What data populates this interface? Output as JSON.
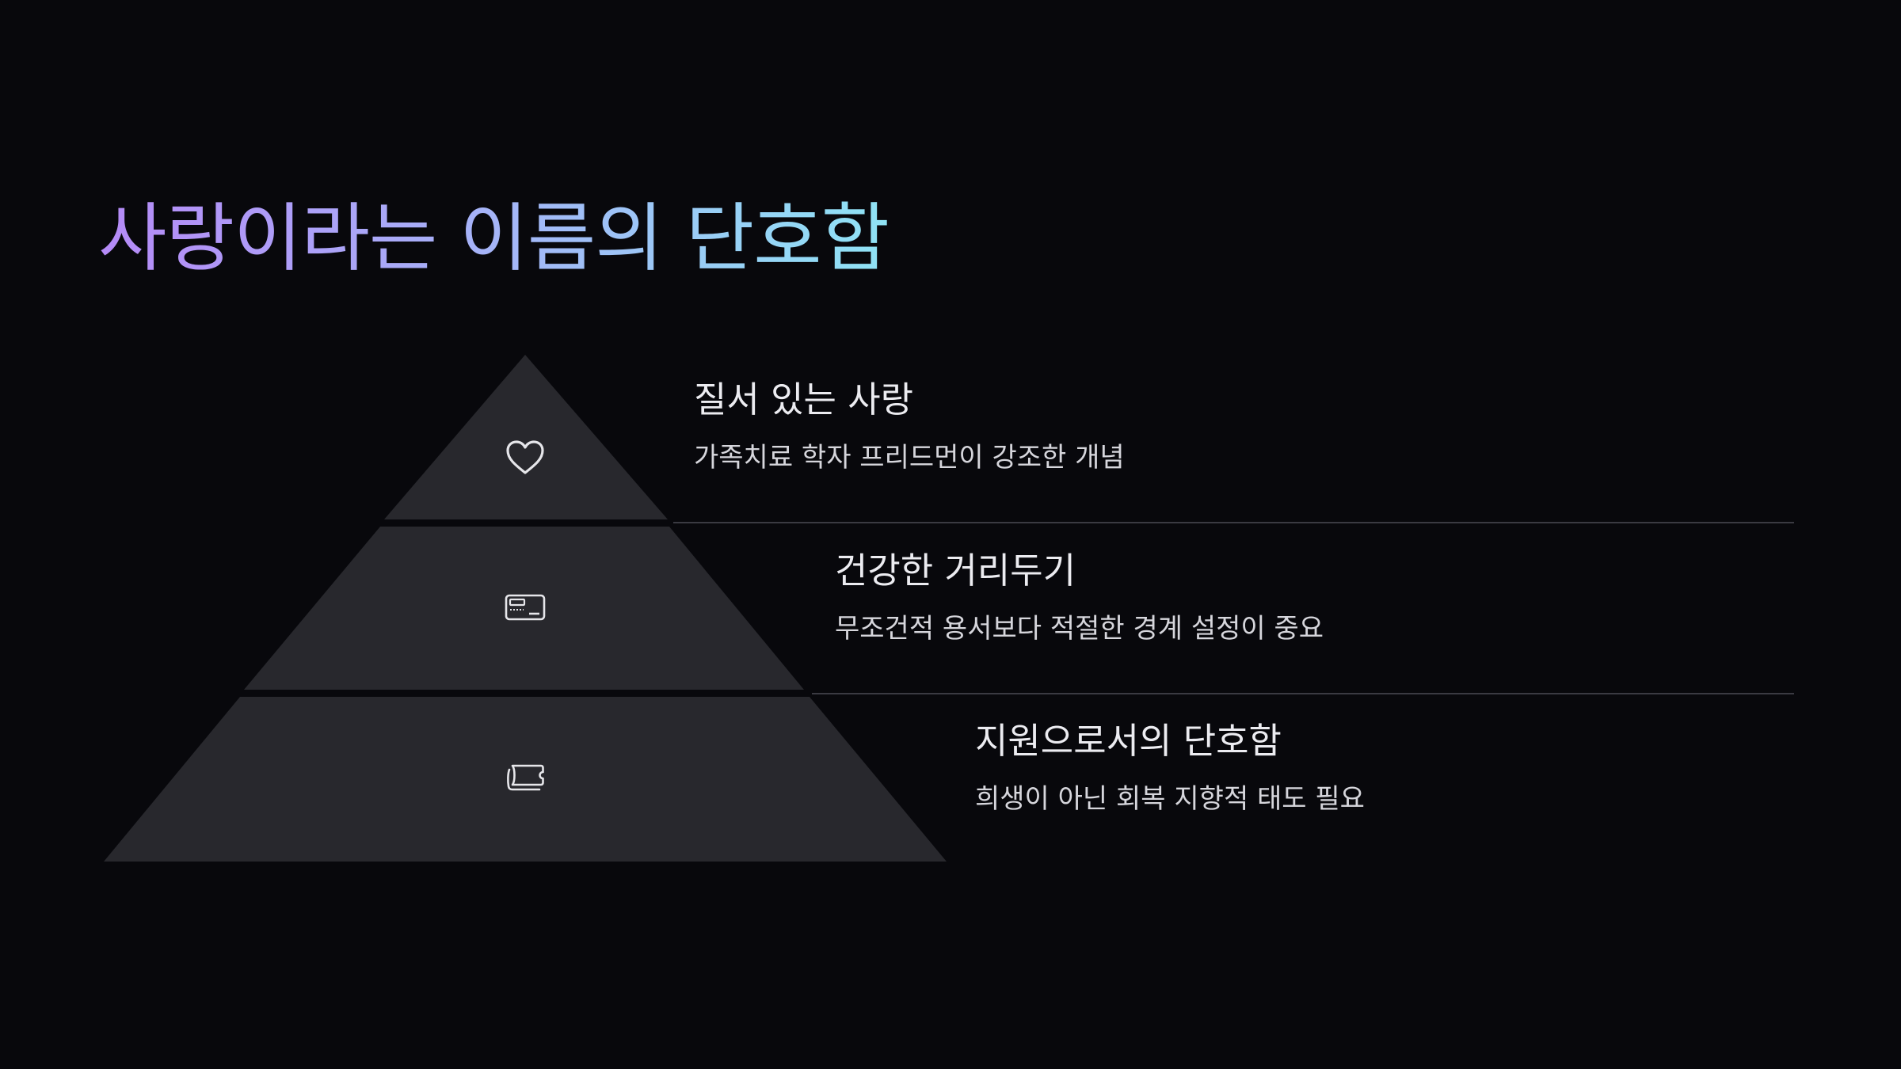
{
  "title": "사랑이라는 이름의 단호함",
  "levels": [
    {
      "icon": "heart-icon",
      "heading": "질서 있는 사랑",
      "description": "가족치료 학자 프리드먼이 강조한 개념"
    },
    {
      "icon": "id-card-icon",
      "heading": "건강한 거리두기",
      "description": "무조건적 용서보다 적절한 경계 설정이 중요"
    },
    {
      "icon": "ticket-icon",
      "heading": "지원으로서의 단호함",
      "description": "희생이 아닌 회복 지향적 태도 필요"
    }
  ],
  "colors": {
    "background": "#08080c",
    "pyramid_fill": "#28282d",
    "title_gradient": [
      "#b58af7",
      "#a7b0f8",
      "#8fe3f5"
    ],
    "divider": "#3a3a42"
  }
}
